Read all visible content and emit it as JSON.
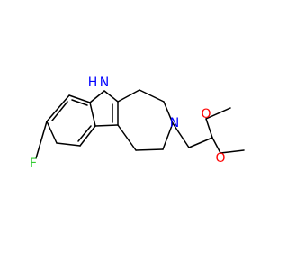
{
  "atoms": {
    "nh_n": "N",
    "nh_h": "H",
    "piperidine_n": "N",
    "fluorine": "F",
    "methoxy_o_top": "O",
    "methoxy_o_bottom": "O"
  },
  "colors": {
    "nitrogen": "#0000ff",
    "fluorine": "#33cc33",
    "oxygen": "#ff0000",
    "bond": "#000000",
    "background": "#ffffff"
  }
}
